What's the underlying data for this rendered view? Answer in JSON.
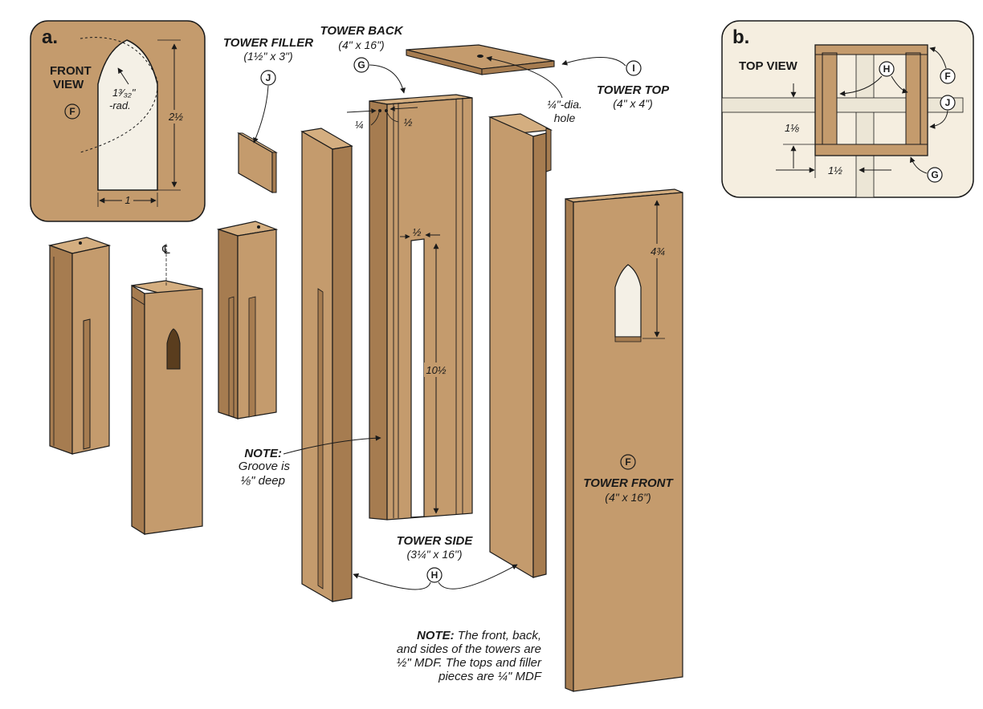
{
  "colors": {
    "wood": "#C49B6D",
    "wood_dark": "#A67C50",
    "wood_light": "#D4AE80",
    "panel_bg": "#C49B6D",
    "inset_b_bg": "#F5EEE0",
    "line": "#1a1a1a",
    "slot": "#f4f0e6"
  },
  "detail_a": {
    "letter": "a.",
    "title_line1": "FRONT",
    "title_line2": "VIEW",
    "part": "F",
    "radius_label_line1": "1³⁄₃₂\"",
    "radius_label_line2": "-rad.",
    "height_label": "2½",
    "width_label": "1"
  },
  "detail_b": {
    "letter": "b.",
    "title": "TOP VIEW",
    "part_h": "H",
    "part_f": "F",
    "part_j": "J",
    "part_g": "G",
    "dim_depth": "1⅛",
    "dim_width": "1½"
  },
  "parts": {
    "tower_back": {
      "name": "TOWER BACK",
      "size": "(4\" x 16\")",
      "letter": "G"
    },
    "tower_filler": {
      "name": "TOWER FILLER",
      "size": "(1½\" x 3\")",
      "letter": "J"
    },
    "tower_top": {
      "name": "TOWER TOP",
      "size": "(4\" x 4\")",
      "letter": "I"
    },
    "tower_side": {
      "name": "TOWER SIDE",
      "size": "(3¼\" x 16\")",
      "letter": "H"
    },
    "tower_front": {
      "name": "TOWER FRONT",
      "size": "(4\" x 16\")",
      "letter": "F"
    }
  },
  "hole_label": {
    "line1": "¼\"-dia.",
    "line2": "hole"
  },
  "dims": {
    "groove_offset": "¼",
    "groove_width": "½",
    "slot_width": "½",
    "slot_length": "10½",
    "window_from_top": "4¾"
  },
  "centerline_symbol": "℄",
  "groove_note": {
    "head": "NOTE:",
    "line1": "Groove is",
    "line2": "⅛\" deep"
  },
  "material_note": {
    "head": "NOTE:",
    "line1_rest": " The  front, back,",
    "line2": "and sides of the towers are",
    "line3": "½\" MDF. The tops and filler",
    "line4": "pieces are ¼\" MDF"
  }
}
